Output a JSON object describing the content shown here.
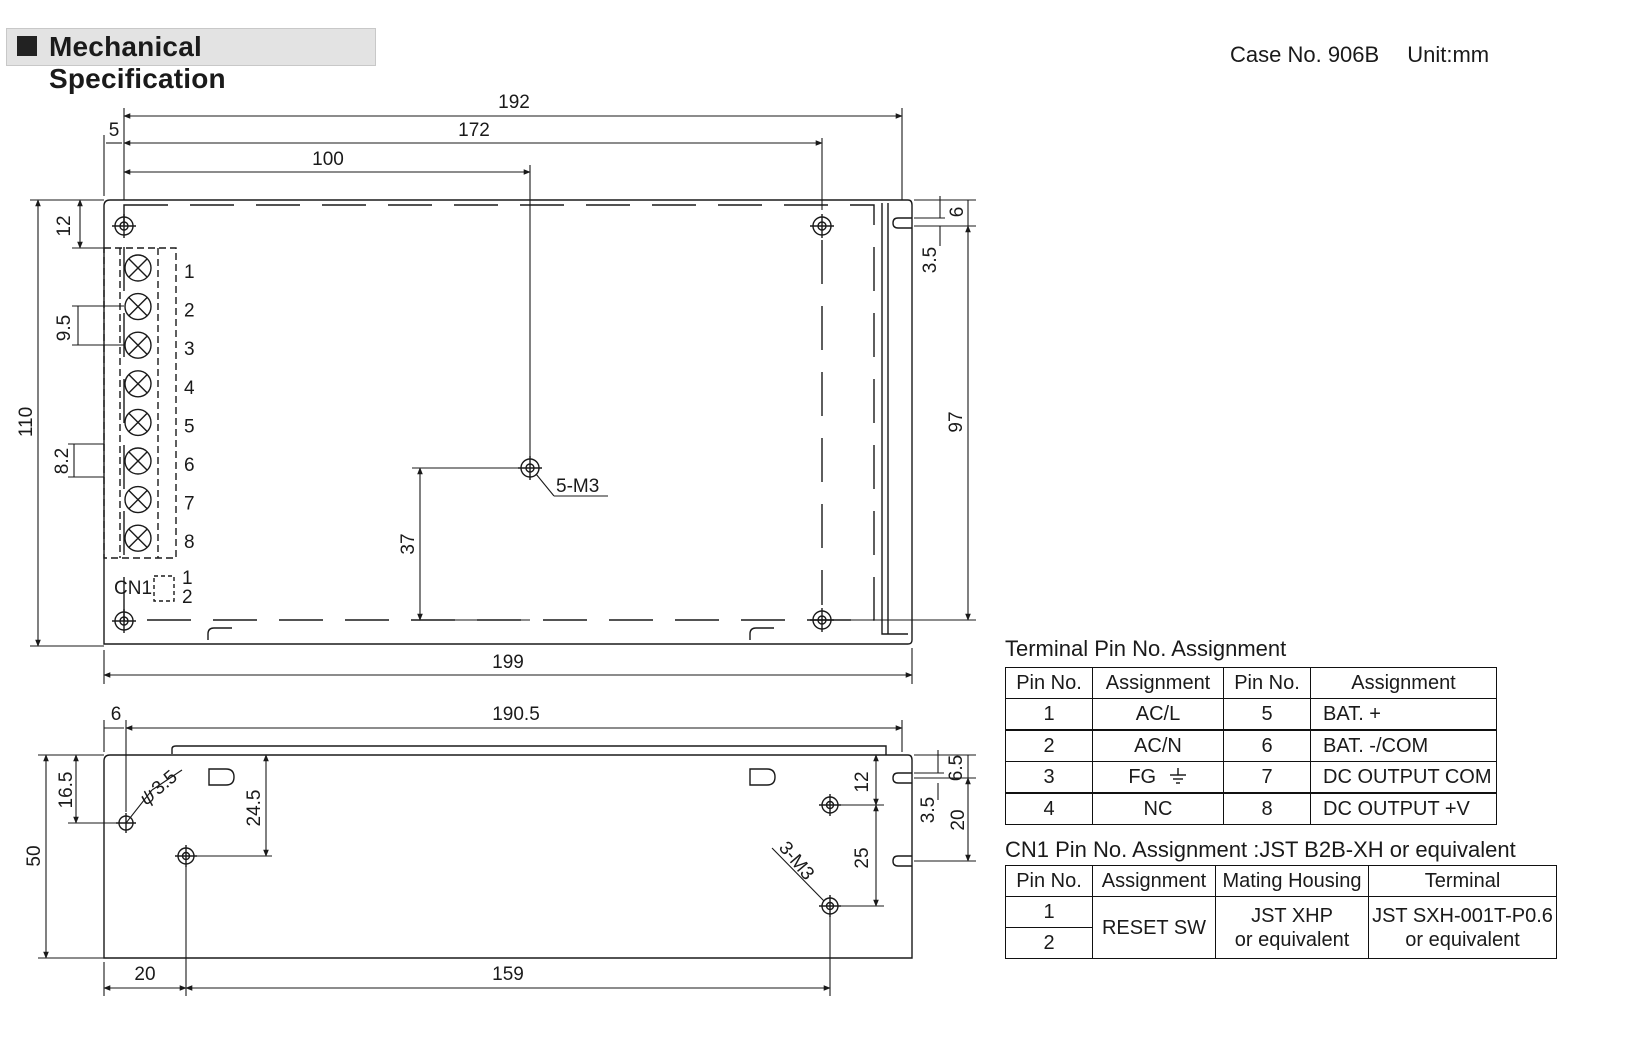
{
  "header": {
    "title": "Mechanical Specification",
    "case_no": "Case No. 906B",
    "unit": "Unit:mm"
  },
  "top_view": {
    "dims": {
      "d192": "192",
      "d172": "172",
      "d100": "100",
      "d5": "5",
      "d12": "12",
      "d9_5": "9.5",
      "d8_2": "8.2",
      "d110": "110",
      "d6": "6",
      "d3_5": "3.5",
      "d97": "97",
      "d37": "37",
      "d199": "199"
    },
    "screw_label": "5-M3",
    "pin_labels": [
      "1",
      "2",
      "3",
      "4",
      "5",
      "6",
      "7",
      "8"
    ],
    "cn1_label": "CN1",
    "cn1_pins": [
      "1",
      "2"
    ]
  },
  "side_view": {
    "dims": {
      "d6": "6",
      "d190_5": "190.5",
      "d16_5": "16.5",
      "d3_5_hole": "3.5",
      "d24_5": "24.5",
      "d50": "50",
      "d12": "12",
      "d25": "25",
      "d6_5": "6.5",
      "d3_5": "3.5",
      "d20_right": "20",
      "d20_bottom": "20",
      "d159": "159"
    },
    "screw_label": "3-M3"
  },
  "terminal_table": {
    "title": "Terminal Pin No.  Assignment",
    "headers": [
      "Pin No.",
      "Assignment",
      "Pin No.",
      "Assignment"
    ],
    "rows": [
      [
        "1",
        "AC/L",
        "5",
        "BAT. +"
      ],
      [
        "2",
        "AC/N",
        "6",
        "BAT. -/COM"
      ],
      [
        "3",
        "FG",
        "7",
        "DC OUTPUT COM"
      ],
      [
        "4",
        "NC",
        "8",
        "DC OUTPUT +V"
      ]
    ]
  },
  "cn1_table": {
    "title": "CN1 Pin No.  Assignment :JST B2B-XH or equivalent",
    "headers": [
      "Pin No.",
      "Assignment",
      "Mating Housing",
      "Terminal"
    ],
    "pins": [
      "1",
      "2"
    ],
    "assignment": "RESET SW",
    "housing": [
      "JST XHP",
      "or equivalent"
    ],
    "terminal": [
      "JST SXH-001T-P0.6",
      "or equivalent"
    ]
  }
}
